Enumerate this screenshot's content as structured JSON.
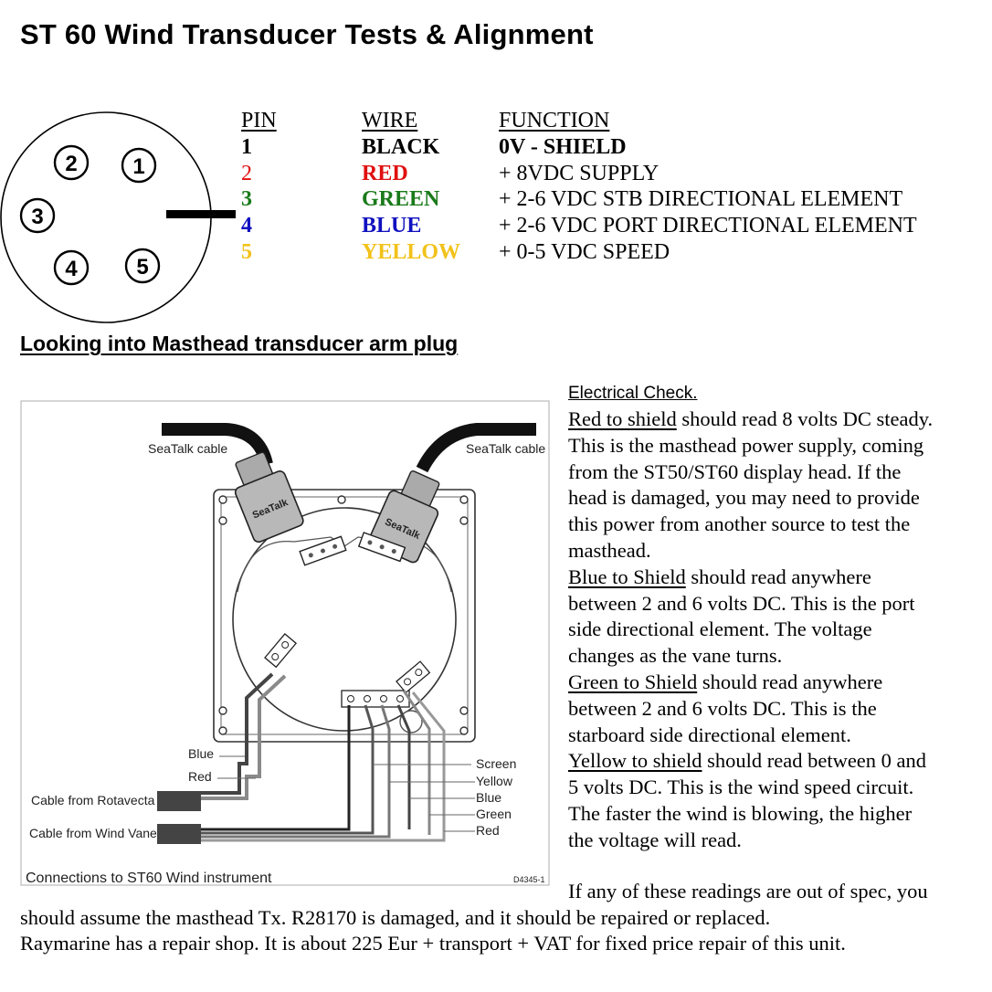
{
  "title": "ST 60 Wind Transducer Tests & Alignment",
  "plug": {
    "pins": [
      "1",
      "2",
      "3",
      "4",
      "5"
    ],
    "caption": "Looking into Masthead transducer arm plug"
  },
  "pin_table": {
    "headers": {
      "pin": "PIN",
      "wire": "WIRE",
      "function": "FUNCTION"
    },
    "rows": [
      {
        "pin": "1",
        "wire": "BLACK",
        "function": "0V - SHIELD",
        "color": "#000000"
      },
      {
        "pin": "2",
        "wire": "RED",
        "function": "+ 8VDC SUPPLY",
        "color": "#e01010"
      },
      {
        "pin": "3",
        "wire": "GREEN",
        "function": "+ 2-6 VDC STB DIRECTIONAL ELEMENT",
        "color": "#1a7a1a"
      },
      {
        "pin": "4",
        "wire": "BLUE",
        "function": "+ 2-6 VDC PORT DIRECTIONAL ELEMENT",
        "color": "#1010c0"
      },
      {
        "pin": "5",
        "wire": "YELLOW",
        "function": "+ 0-5 VDC SPEED",
        "color": "#f2c21a"
      }
    ]
  },
  "diagram": {
    "seatalk_cable_left": "SeaTalk cable",
    "seatalk_cable_right": "SeaTalk cable",
    "seatalk_logo": "SeaTalk",
    "left_wires": [
      "Blue",
      "Red"
    ],
    "cable_rotavecta": "Cable from Rotavecta",
    "cable_wind_vane": "Cable from Wind Vane",
    "right_wires": [
      "Screen",
      "Yellow",
      "Blue",
      "Green",
      "Red"
    ],
    "caption": "Connections to ST60 Wind instrument",
    "ref": "D4345-1"
  },
  "electrical_check": {
    "heading": "Electrical Check.",
    "red": {
      "lead": "Red to shield",
      "lines": [
        " should read 8 volts DC steady.",
        "This is the masthead power supply, coming",
        "from the ST50/ST60 display head. If the",
        "head is damaged, you may need to provide",
        "this power from another source to test the",
        "masthead."
      ]
    },
    "blue": {
      "lead": "Blue to Shield",
      "lines": [
        " should read anywhere",
        "between 2 and 6 volts DC. This is the port",
        "side directional element. The voltage",
        "changes as the vane turns."
      ]
    },
    "green": {
      "lead": "Green to Shield",
      "lines": [
        " should read anywhere",
        "between 2 and 6 volts DC. This is the",
        "starboard side directional element."
      ]
    },
    "yellow": {
      "lead": "Yellow to shield",
      "lines": [
        " should read between 0 and",
        "5 volts DC. This is the wind speed circuit.",
        "The faster the wind is blowing, the higher",
        "the voltage will read."
      ]
    }
  },
  "bottom_text": [
    "If any of these readings are out of spec, you",
    "should assume the masthead Tx. R28170 is damaged, and it should be repaired or replaced.",
    "Raymarine has a repair shop. It is about 225 Eur + transport + VAT for fixed price repair of this unit."
  ]
}
